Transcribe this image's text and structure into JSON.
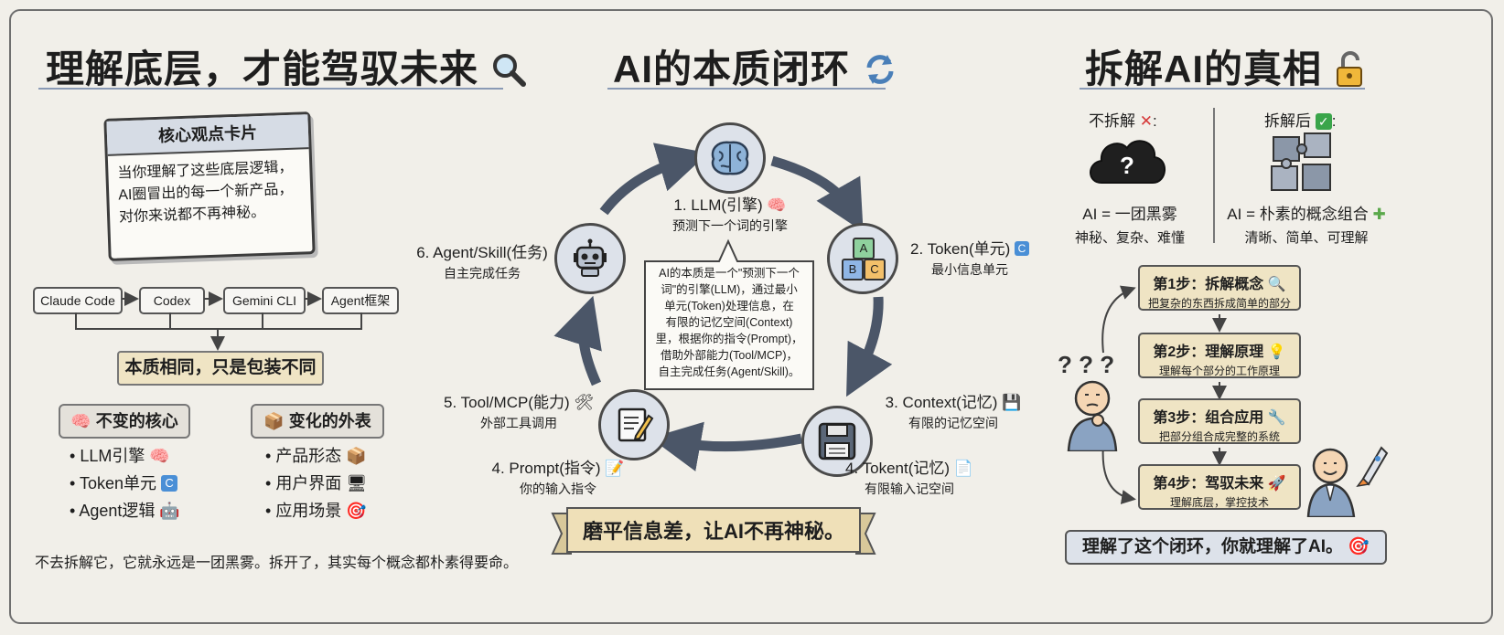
{
  "left": {
    "title": "理解底层，才能驾驭未来",
    "card": {
      "title": "核心观点卡片",
      "lines": [
        "当你理解了这些底层逻辑，",
        "AI圈冒出的每一个新产品，",
        "对你来说都不再神秘。"
      ]
    },
    "flow": [
      "Claude Code",
      "Codex",
      "Gemini CLI",
      "Agent框架"
    ],
    "essence": "本质相同，只是包装不同",
    "core": {
      "title": "不变的核心",
      "items": [
        "LLM引擎",
        "Token单元",
        "Agent逻辑"
      ]
    },
    "surface": {
      "title": "变化的外表",
      "items": [
        "产品形态",
        "用户界面",
        "应用场景"
      ]
    },
    "footer": "不去拆解它，它就永远是一团黑雾。拆开了，其实每个概念都朴素得要命。"
  },
  "center": {
    "title": "AI的本质闭环",
    "nodes": [
      {
        "name": "1. LLM(引擎)",
        "sub": "预测下一个词的引擎"
      },
      {
        "name": "2. Token(单元)",
        "sub": "最小信息单元"
      },
      {
        "name": "3. Context(记忆)",
        "sub": "有限的记忆空间"
      },
      {
        "name": "4. Tokent(记忆)",
        "sub": "有限输入记空间"
      },
      {
        "name": "4. Prompt(指令)",
        "sub": "你的输入指令"
      },
      {
        "name": "5. Tool/MCP(能力)",
        "sub": "外部工具调用"
      },
      {
        "name": "6. Agent/Skill(任务)",
        "sub": "自主完成任务"
      }
    ],
    "abc": [
      "A",
      "B",
      "C"
    ],
    "bubble_lines": [
      "AI的本质是一个\"预测下一个",
      "词\"的引擎(LLM)，通过最小",
      "单元(Token)处理信息，在",
      "有限的记忆空间(Context)",
      "里，根据你的指令(Prompt)，",
      "借助外部能力(Tool/MCP)，",
      "自主完成任务(Agent/Skill)。"
    ],
    "banner": "磨平信息差，让AI不再神秘。"
  },
  "right": {
    "title": "拆解AI的真相",
    "before": {
      "label": "不拆解",
      "eq": "AI = 一团黑雾",
      "desc": "神秘、复杂、难懂"
    },
    "after": {
      "label": "拆解后",
      "eq": "AI = 朴素的概念组合",
      "desc": "清晰、简单、可理解"
    },
    "steps": [
      {
        "title": "第1步：拆解概念",
        "desc": "把复杂的东西拆成简单的部分"
      },
      {
        "title": "第2步：理解原理",
        "desc": "理解每个部分的工作原理"
      },
      {
        "title": "第3步：组合应用",
        "desc": "把部分组合成完整的系统"
      },
      {
        "title": "第4步：驾驭未来",
        "desc": "理解底层，掌控技术"
      }
    ],
    "question_marks": "? ? ?",
    "footer": "理解了这个闭环，你就理解了AI。"
  },
  "colors": {
    "background": "#f1efe9",
    "node_fill": "#dde2ea",
    "step_fill": "#efe4c4",
    "arrow": "#4b5668",
    "banner_fill": "#efe0b8"
  },
  "icons": [
    "magnifier-icon",
    "refresh-icon",
    "unlock-icon",
    "brain-icon",
    "robot-icon",
    "floppy-icon",
    "notepad-icon",
    "cross-icon",
    "check-icon",
    "puzzle-icon",
    "cloud-icon",
    "rocket-icon",
    "target-icon"
  ]
}
